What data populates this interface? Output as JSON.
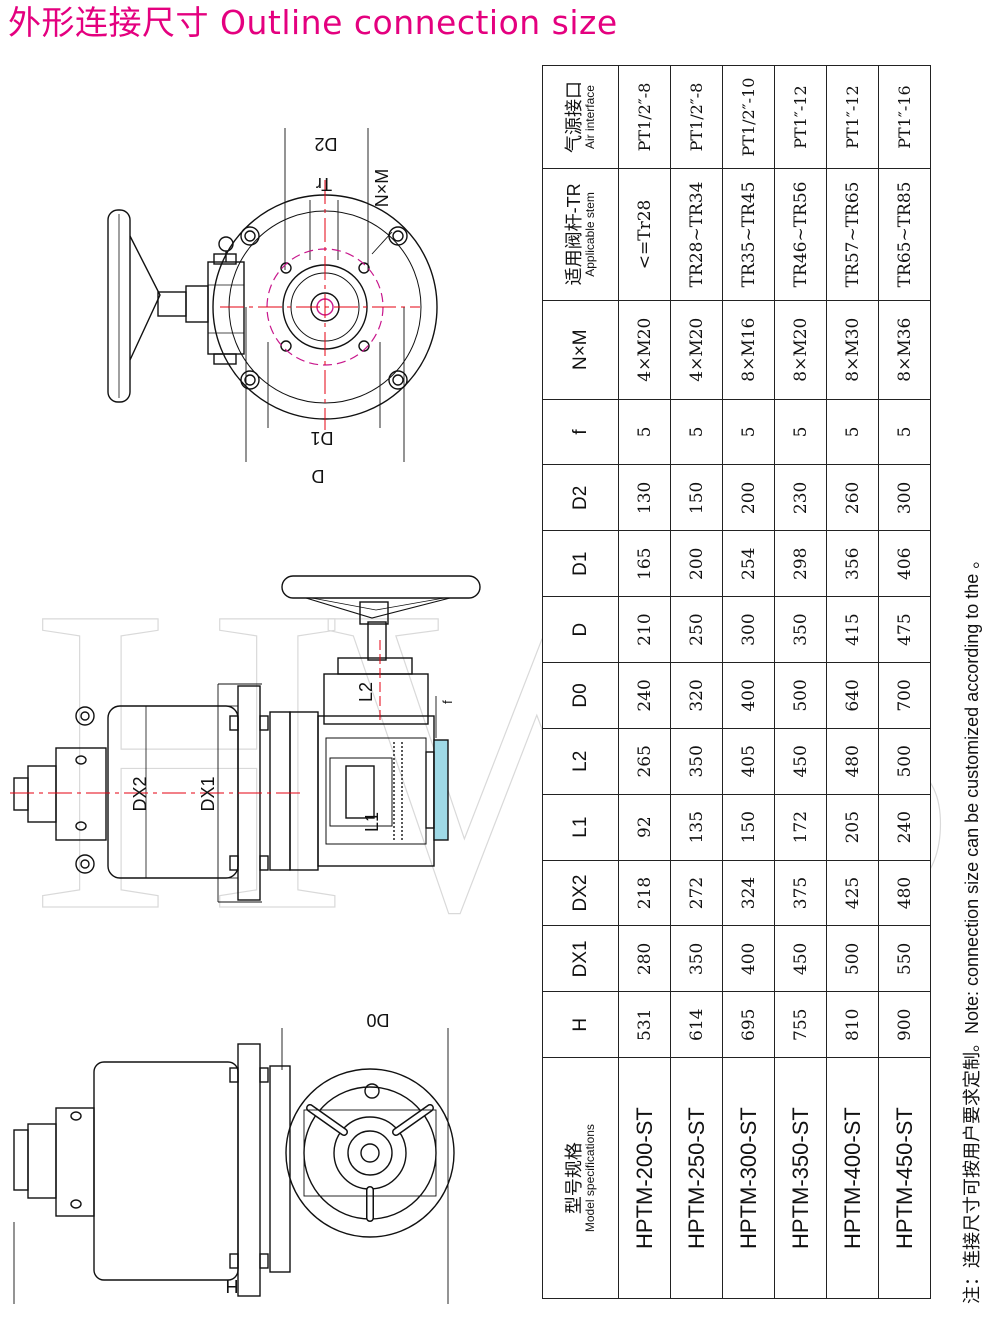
{
  "title": "外形连接尺寸 Outline connection size",
  "drawing_labels": {
    "top": {
      "d": "D",
      "d1": "D1",
      "d2": "D2",
      "tr": "Tr",
      "nxm": "N×M"
    },
    "middle": {
      "dx2": "DX2",
      "dx1": "DX1",
      "l1": "L1",
      "l2": "L2",
      "f": "f"
    },
    "bottom": {
      "d0": "D0",
      "h": "H"
    }
  },
  "table": {
    "headers": [
      {
        "zh": "型号规格",
        "en": "Model specifications"
      },
      {
        "zh": "",
        "en": "",
        "label": "H"
      },
      {
        "zh": "",
        "en": "",
        "label": "DX1"
      },
      {
        "zh": "",
        "en": "",
        "label": "DX2"
      },
      {
        "zh": "",
        "en": "",
        "label": "L1"
      },
      {
        "zh": "",
        "en": "",
        "label": "L2"
      },
      {
        "zh": "",
        "en": "",
        "label": "D0"
      },
      {
        "zh": "",
        "en": "",
        "label": "D"
      },
      {
        "zh": "",
        "en": "",
        "label": "D1"
      },
      {
        "zh": "",
        "en": "",
        "label": "D2"
      },
      {
        "zh": "",
        "en": "",
        "label": "f"
      },
      {
        "zh": "",
        "en": "",
        "label": "N×M"
      },
      {
        "zh": "适用阀杆-TR",
        "en": "Applicable stem"
      },
      {
        "zh": "气源接口",
        "en": "Air interface"
      }
    ],
    "rows": [
      [
        "HPTM-200-ST",
        "531",
        "280",
        "218",
        "92",
        "265",
        "240",
        "210",
        "165",
        "130",
        "5",
        "4×M20",
        "<=Tr28",
        "PT1/2″-8"
      ],
      [
        "HPTM-250-ST",
        "614",
        "350",
        "272",
        "135",
        "350",
        "320",
        "250",
        "200",
        "150",
        "5",
        "4×M20",
        "TR28~TR34",
        "PT1/2″-8"
      ],
      [
        "HPTM-300-ST",
        "695",
        "400",
        "324",
        "150",
        "405",
        "400",
        "300",
        "254",
        "200",
        "5",
        "8×M16",
        "TR35~TR45",
        "PT1/2″-10"
      ],
      [
        "HPTM-350-ST",
        "755",
        "450",
        "375",
        "172",
        "450",
        "500",
        "350",
        "298",
        "230",
        "5",
        "8×M20",
        "TR46~TR56",
        "PT1″-12"
      ],
      [
        "HPTM-400-ST",
        "810",
        "500",
        "425",
        "205",
        "480",
        "640",
        "415",
        "356",
        "260",
        "5",
        "8×M30",
        "TR57~TR65",
        "PT1″-12"
      ],
      [
        "HPTM-450-ST",
        "900",
        "550",
        "480",
        "240",
        "500",
        "700",
        "475",
        "406",
        "300",
        "5",
        "8×M36",
        "TR65~TR85",
        "PT1″-16"
      ]
    ]
  },
  "note": "注：连接尺寸可按用户要求定制。Note: connection size can be customized according to the 。",
  "colors": {
    "title": "#e4007f",
    "centerline": "#e60012",
    "bolt_circle": "#c8178c",
    "accent_cyan": "#9fd9e6"
  }
}
